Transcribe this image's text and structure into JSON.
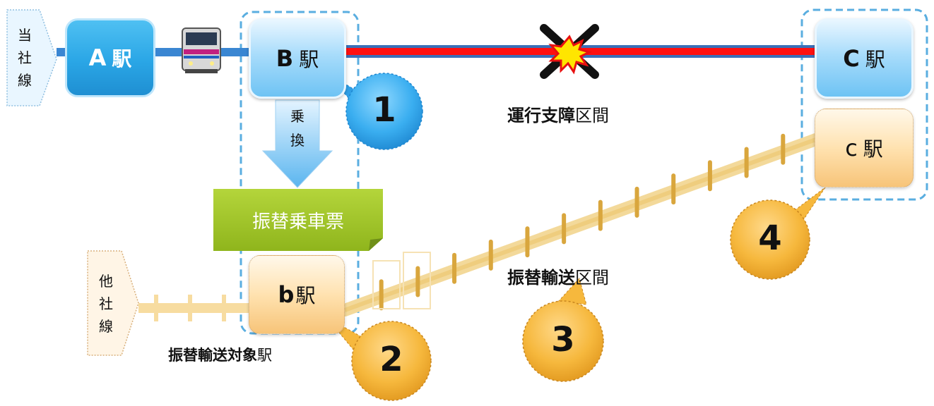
{
  "left_labels": {
    "own_line": [
      "当",
      "社",
      "線"
    ],
    "other_line": [
      "他",
      "社",
      "線"
    ]
  },
  "stations": {
    "A": {
      "latin": "A",
      "kanji": "駅"
    },
    "B": {
      "latin": "B",
      "kanji": "駅"
    },
    "C": {
      "latin": "C",
      "kanji": "駅"
    },
    "b": {
      "latin": "b",
      "kanji": "駅"
    },
    "c": {
      "latin": "c",
      "kanji": "駅"
    }
  },
  "transfer_arrow": [
    "乗",
    "換"
  ],
  "ticket_label": "振替乗車票",
  "captions": {
    "disruption": {
      "bold": "運行支障",
      "normal": "区間"
    },
    "transfer_section": {
      "bold": "振替輸送",
      "normal": "区間"
    },
    "target_station": {
      "bold": "振替輸送対象",
      "normal": "駅"
    }
  },
  "callouts": [
    "1",
    "2",
    "3",
    "4"
  ],
  "colors": {
    "blue": "#2aa6e6",
    "orange": "#f2b33d",
    "disruption_red": "#ff1010",
    "ticket_green": "#9cc32a",
    "dashed_border": "#5aaee0"
  },
  "icons": [
    "train-icon",
    "cross-mark-icon",
    "explosion-icon"
  ]
}
